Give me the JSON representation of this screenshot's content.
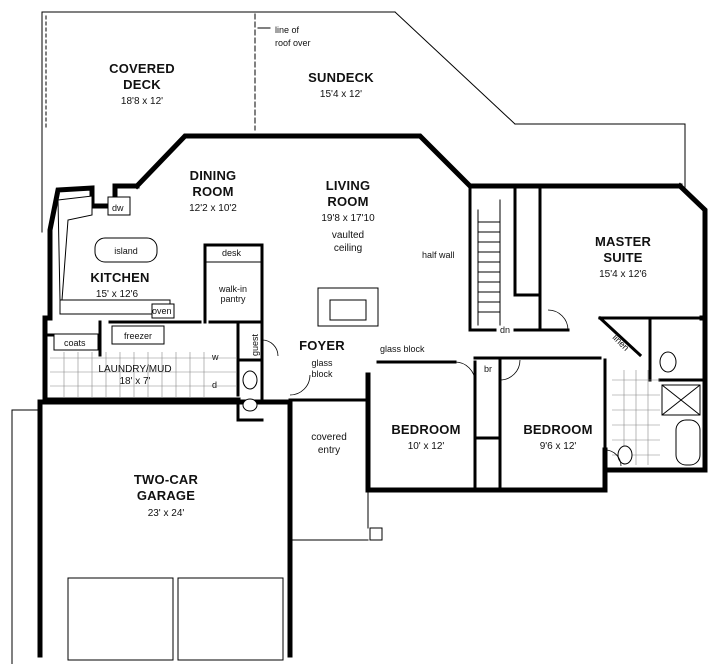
{
  "rooms": {
    "covered_deck": {
      "name_line1": "COVERED",
      "name_line2": "DECK",
      "size": "18'8 x 12'"
    },
    "sundeck": {
      "name": "SUNDECK",
      "size": "15'4 x 12'"
    },
    "dining": {
      "name_line1": "DINING",
      "name_line2": "ROOM",
      "size": "12'2 x 10'2"
    },
    "living": {
      "name_line1": "LIVING",
      "name_line2": "ROOM",
      "size": "19'8 x 17'10",
      "note1": "vaulted",
      "note2": "ceiling"
    },
    "kitchen": {
      "name": "KITCHEN",
      "size": "15' x 12'6"
    },
    "master": {
      "name_line1": "MASTER",
      "name_line2": "SUITE",
      "size": "15'4 x 12'6"
    },
    "foyer": {
      "name": "FOYER"
    },
    "laundry": {
      "name": "LAUNDRY/MUD",
      "size": "18' x 7'"
    },
    "bedroom1": {
      "name": "BEDROOM",
      "size": "10' x 12'"
    },
    "bedroom2": {
      "name": "BEDROOM",
      "size": "9'6 x 12'"
    },
    "garage": {
      "name": "TWO-CAR",
      "name_line2": "GARAGE",
      "size": "23' x 24'"
    },
    "covered_entry": {
      "line1": "covered",
      "line2": "entry"
    }
  },
  "labels": {
    "roof_line1": "line of",
    "roof_line2": "roof over",
    "half_wall": "half wall",
    "dn": "dn",
    "dw": "dw",
    "island": "island",
    "desk": "desk",
    "walk_in1": "walk-in",
    "walk_in2": "pantry",
    "oven": "oven",
    "freezer": "freezer",
    "coats": "coats",
    "guest": "guest",
    "glass_block1": "glass",
    "glass_block2": "block",
    "glass_block_top": "glass block",
    "linen": "linen",
    "br": "br",
    "w": "w",
    "d": "d"
  }
}
